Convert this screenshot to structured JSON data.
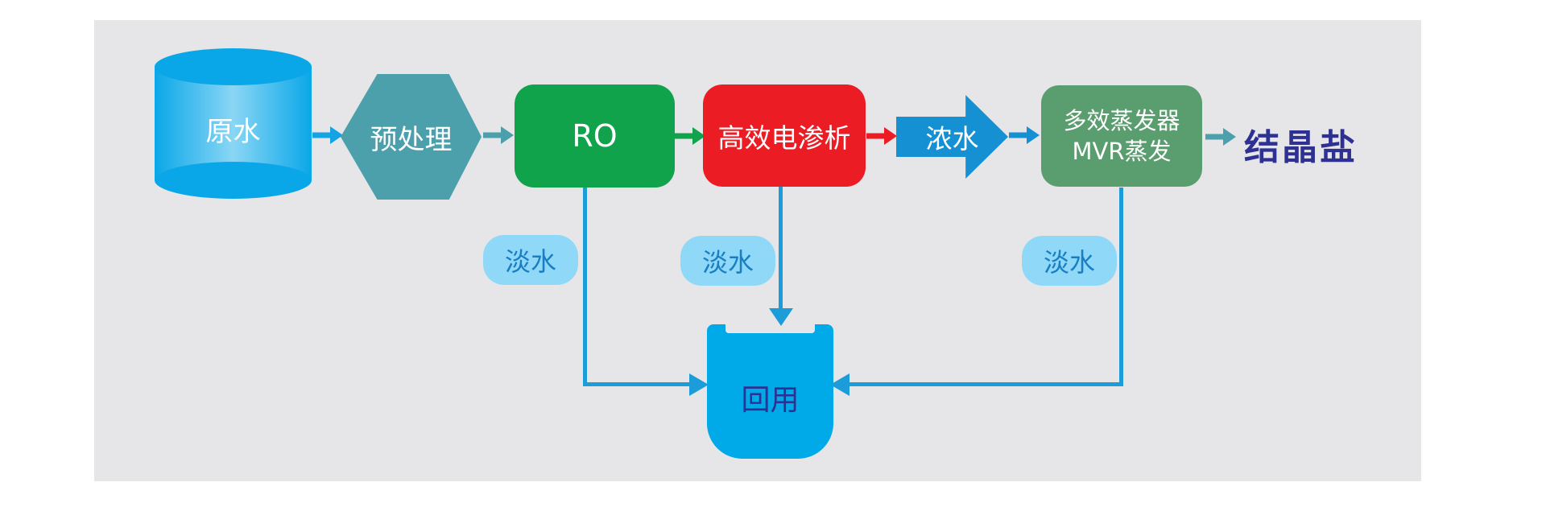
{
  "colors": {
    "canvas_bg": "#e6e6e8",
    "cylinder_blue": "#0aa7e8",
    "cylinder_light": "#8ad6f5",
    "hex_teal": "#4ba0ac",
    "ro_green": "#10a34c",
    "ed_red": "#ec1c24",
    "conc_blue": "#1591d3",
    "mvr_green": "#5a9d6f",
    "tank_blue": "#00a9e8",
    "pill_blue": "#8fd8f8",
    "pill_text": "#1a7ec2",
    "line_blue": "#1c9cd9",
    "flow_blue": "#14a3e3",
    "salt_text": "#2e3192"
  },
  "nodes": {
    "raw_water": "原水",
    "pretreatment": "预处理",
    "ro": "RO",
    "electrodialysis": "高效电渗析",
    "concentrate": "浓水",
    "evaporator_line1": "多效蒸发器",
    "evaporator_line2": "MVR蒸发",
    "crystallized_salt": "结晶盐",
    "reuse": "回用",
    "freshwater1": "淡水",
    "freshwater2": "淡水",
    "freshwater3": "淡水"
  },
  "edges": [
    {
      "from": "raw_water",
      "to": "pretreatment"
    },
    {
      "from": "pretreatment",
      "to": "ro"
    },
    {
      "from": "ro",
      "to": "electrodialysis"
    },
    {
      "from": "electrodialysis",
      "to": "concentrate"
    },
    {
      "from": "concentrate",
      "to": "evaporator"
    },
    {
      "from": "evaporator",
      "to": "crystallized_salt"
    },
    {
      "from": "ro",
      "to": "reuse",
      "label": "淡水"
    },
    {
      "from": "electrodialysis",
      "to": "reuse",
      "label": "淡水"
    },
    {
      "from": "evaporator",
      "to": "reuse",
      "label": "淡水"
    }
  ]
}
